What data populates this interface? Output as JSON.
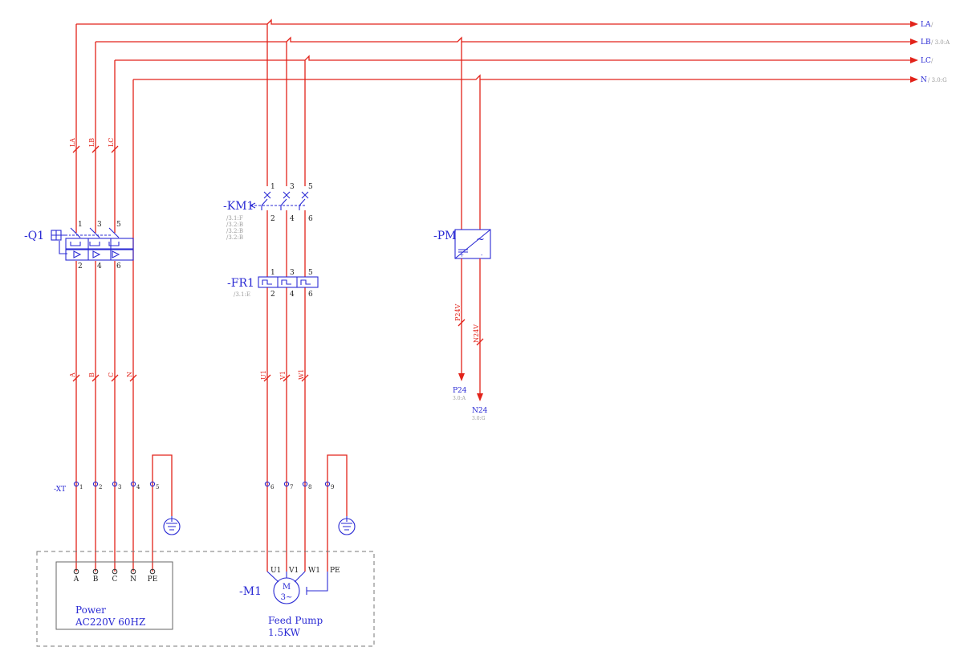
{
  "buses": [
    {
      "label": "LA",
      "ref": "/"
    },
    {
      "label": "LB",
      "ref": "/ 3.0:A"
    },
    {
      "label": "LC",
      "ref": "/"
    },
    {
      "label": "N",
      "ref": "/ 3.0:G"
    }
  ],
  "wire_tags": {
    "breaker_in": [
      "LA",
      "LB",
      "LC"
    ],
    "terminal_in": [
      "A",
      "B",
      "C",
      "N"
    ],
    "motor_in": [
      "U1",
      "V1",
      "W1"
    ],
    "psu_out": [
      "P24V",
      "N24V"
    ]
  },
  "breaker": {
    "tag": "-Q1",
    "top_terms": [
      "1",
      "3",
      "5"
    ],
    "bottom_terms": [
      "2",
      "4",
      "6"
    ]
  },
  "contactor": {
    "tag": "-KM1",
    "top_terms": [
      "1",
      "3",
      "5"
    ],
    "bottom_terms": [
      "2",
      "4",
      "6"
    ],
    "refs": [
      "/3.1:F",
      "/3.2:B",
      "/3.2:B",
      "/3.2:B"
    ]
  },
  "overload": {
    "tag": "-FR1",
    "top_terms": [
      "1",
      "3",
      "5"
    ],
    "bottom_terms": [
      "2",
      "4",
      "6"
    ],
    "ref": "/3.1:E"
  },
  "power_supply": {
    "tag": "-PM",
    "ac_symbol": "~"
  },
  "outputs": [
    {
      "label": "P24",
      "ref": "3.0:A"
    },
    {
      "label": "N24",
      "ref": "3.0:G"
    }
  ],
  "terminal_strip": {
    "tag": "-XT",
    "numbers": [
      "1",
      "2",
      "3",
      "4",
      "5",
      "6",
      "7",
      "8",
      "9"
    ]
  },
  "power_source": {
    "pins": [
      "A",
      "B",
      "C",
      "N",
      "PE"
    ],
    "title": "Power",
    "spec": "AC220V 60HZ"
  },
  "motor": {
    "tag": "-M1",
    "pins": [
      "U1",
      "V1",
      "W1",
      "PE"
    ],
    "symbol": "M",
    "phase": "3~",
    "name": "Feed Pump",
    "rating": "1.5KW"
  },
  "colors": {
    "wire": "#e2231a",
    "symbol": "#2a2ad4",
    "border": "#777777",
    "reference": "#9a9a9a"
  }
}
